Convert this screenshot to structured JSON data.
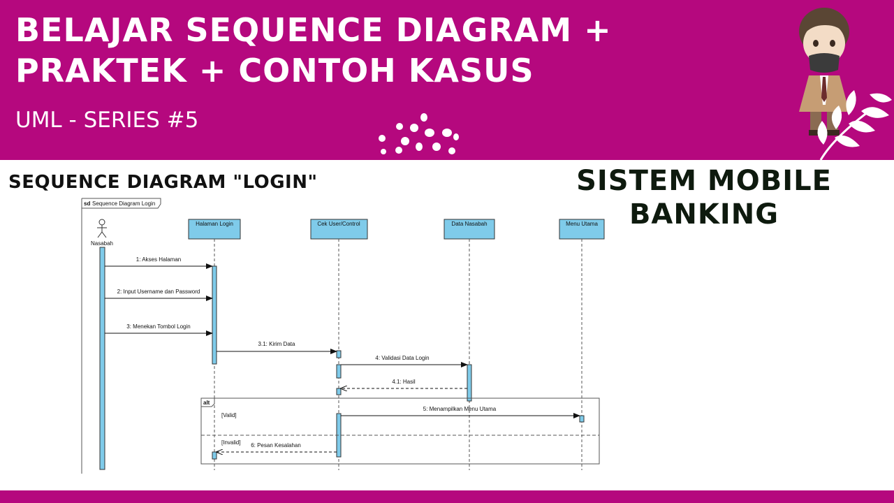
{
  "banner": {
    "title_line1": "BELAJAR SEQUENCE DIAGRAM +",
    "title_line2": "PRAKTEK + CONTOH KASUS",
    "subtitle": "UML - SERIES #5"
  },
  "headings": {
    "diagram_heading": "SEQUENCE DIAGRAM \"LOGIN\"",
    "system_line1": "SISTEM MOBILE",
    "system_line2": "BANKING"
  },
  "diagram": {
    "frame_label": "Sequence Diagram Login",
    "frame_keyword": "sd",
    "actor": "Nasabah",
    "lifelines": [
      "Halaman Login",
      "Cek User/Control",
      "Data Nasabah",
      "Menu Utama"
    ],
    "messages": [
      "1: Akses Halaman",
      "2: Input Username dan Password",
      "3: Menekan Tombol Login",
      "3.1: Kirim Data",
      "4: Validasi Data Login",
      "4.1: Hasil",
      "5: Menampilkan Menu Utama",
      "6: Pesan Kesalahan"
    ],
    "alt_label": "alt",
    "guards": [
      "[Valid]",
      "[Invalid]"
    ]
  },
  "colors": {
    "brand": "#b5087e",
    "lifeline_box": "#7fcbea",
    "activation": "#7fcbea"
  },
  "icons": [
    "mascot-icon",
    "leaf-icon",
    "dots-decoration-icon"
  ]
}
